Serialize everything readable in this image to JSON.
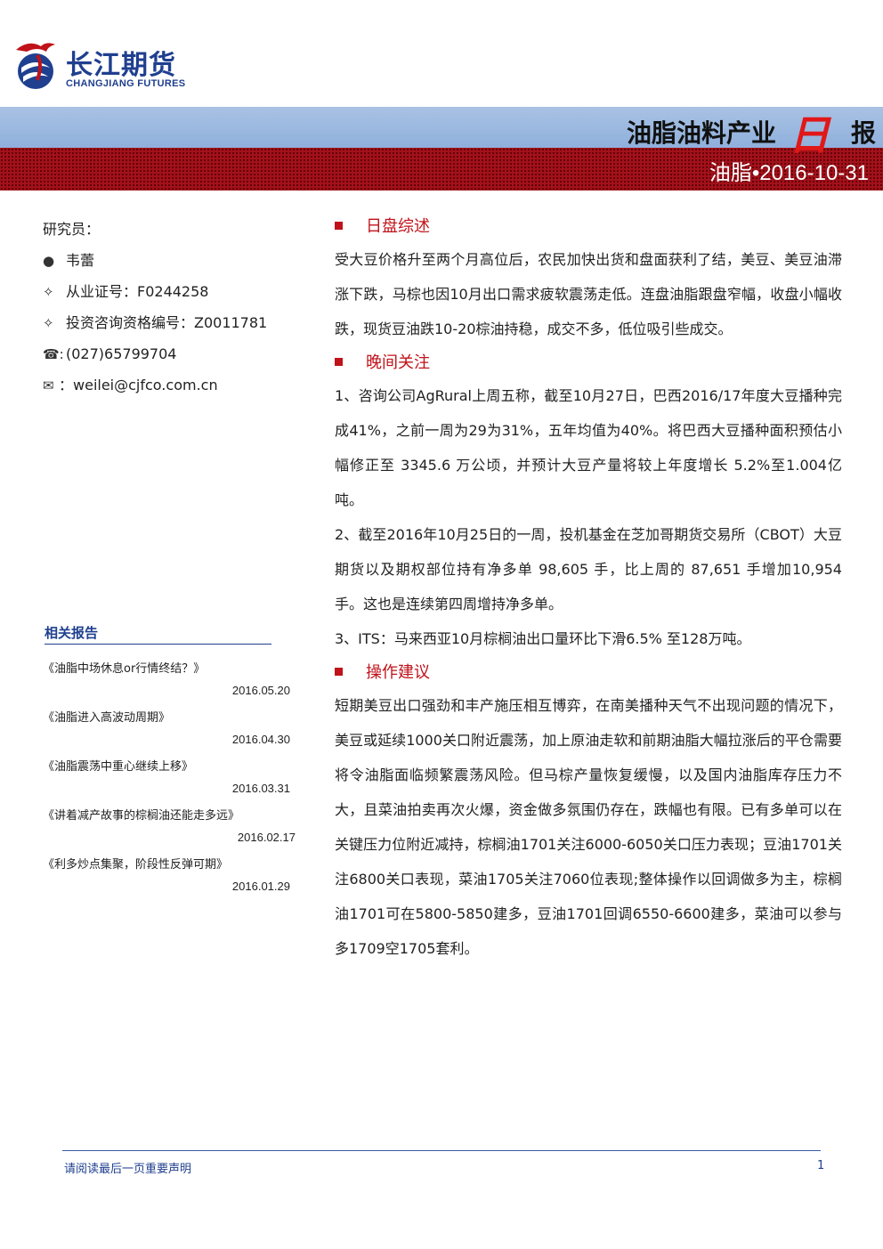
{
  "header": {
    "logo_cn": "长江期货",
    "logo_en": "CHANGJIANG FUTURES",
    "title_main": "油脂油料产业",
    "title_ri": "日",
    "title_bao": "报",
    "subtitle": "油脂•2016-10-31"
  },
  "researcher": {
    "label": "研究员：",
    "name": "韦蕾",
    "license": "从业证号：F0244258",
    "consult": "投资咨询资格编号：Z0011781",
    "phone": "(027)65799704",
    "email_prefix": "：",
    "email": "weilei@cjfco.com.cn"
  },
  "related": {
    "heading": "相关报告",
    "items": [
      {
        "title": "《油脂中场休息or行情终结？》",
        "date": "2016.05.20"
      },
      {
        "title": "《油脂进入高波动周期》",
        "date": "2016.04.30"
      },
      {
        "title": "《油脂震荡中重心继续上移》",
        "date": "2016.03.31"
      },
      {
        "title": "《讲着减产故事的棕榈油还能走多远》",
        "date": "2016.02.17"
      },
      {
        "title": "《利多炒点集聚，阶段性反弹可期》",
        "date": "2016.01.29"
      }
    ]
  },
  "sections": [
    {
      "heading": "日盘综述",
      "paragraphs": [
        "受大豆价格升至两个月高位后，农民加快出货和盘面获利了结，美豆、美豆油滞涨下跌，马棕也因10月出口需求疲软震荡走低。连盘油脂跟盘窄幅，收盘小幅收跌，现货豆油跌10-20棕油持稳，成交不多，低位吸引些成交。"
      ]
    },
    {
      "heading": "晚间关注",
      "paragraphs": [
        "1、咨询公司AgRural上周五称，截至10月27日，巴西2016/17年度大豆播种完成41%，之前一周为29为31%，五年均值为40%。将巴西大豆播种面积预估小幅修正至 3345.6 万公顷，并预计大豆产量将较上年度增长 5.2%至1.004亿吨。",
        "2、截至2016年10月25日的一周，投机基金在芝加哥期货交易所（CBOT）大豆期货以及期权部位持有净多单 98,605 手，比上周的 87,651 手增加10,954手。这也是连续第四周增持净多单。",
        "3、ITS：马来西亚10月棕榈油出口量环比下滑6.5% 至128万吨。"
      ]
    },
    {
      "heading": "操作建议",
      "paragraphs": [
        "短期美豆出口强劲和丰产施压相互博弈，在南美播种天气不出现问题的情况下，美豆或延续1000关口附近震荡，加上原油走软和前期油脂大幅拉涨后的平仓需要将令油脂面临频繁震荡风险。但马棕产量恢复缓慢，以及国内油脂库存压力不大，且菜油拍卖再次火爆，资金做多氛围仍存在，跌幅也有限。已有多单可以在关键压力位附近减持，棕榈油1701关注6000-6050关口压力表现；豆油1701关注6800关口表现，菜油1705关注7060位表现;整体操作以回调做多为主，棕榈油1701可在5800-5850建多，豆油1701回调6550-6600建多，菜油可以参与多1709空1705套利。"
      ]
    }
  ],
  "footer": {
    "note": "请阅读最后一页重要声明",
    "page": "1"
  }
}
